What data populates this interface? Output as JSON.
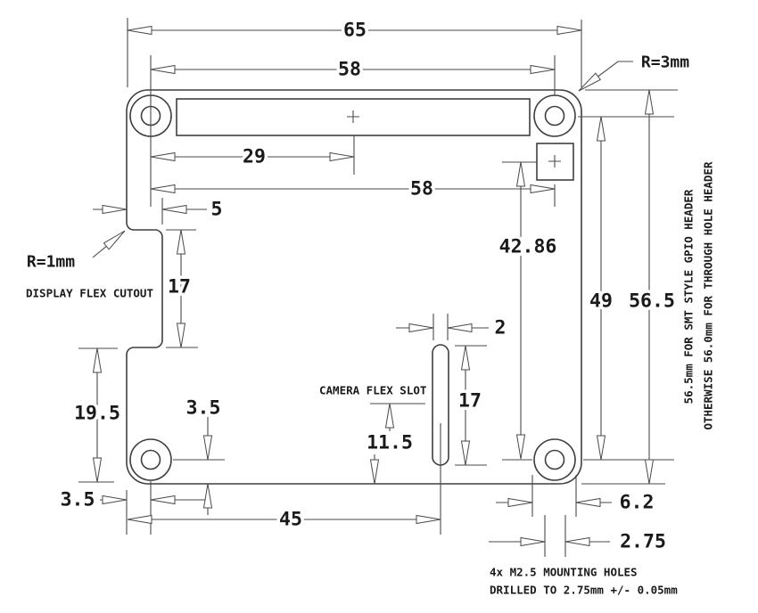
{
  "dims": {
    "board_width": "65",
    "hole_pitch_h": "58",
    "header_center_offset": "29",
    "square_offset": "58",
    "cutout_depth": "5",
    "cutout_height": "17",
    "cutout_to_bottom": "19.5",
    "hole_edge_offset_h": "3.5",
    "hole_edge_offset_v": "3.5",
    "slot_center_from_left": "45",
    "slot_center_to_bottom": "11.5",
    "slot_length": "17",
    "slot_width": "2",
    "square_to_hole_center": "42.86",
    "hole_pitch_v": "49",
    "board_height": "56.5",
    "pad_diameter": "6.2",
    "drill_diameter": "2.75"
  },
  "ann": {
    "corner_radius": "R=3mm",
    "cutout_radius": "R=1mm",
    "display_cutout": "DISPLAY FLEX CUTOUT",
    "camera_slot": "CAMERA FLEX SLOT",
    "holes_note_line1": "4x M2.5 MOUNTING HOLES",
    "holes_note_line2": "DRILLED TO 2.75mm +/- 0.05mm",
    "side_note_line1": "56.5mm FOR SMT STYLE GPIO HEADER",
    "side_note_line2": "OTHERWISE 56.0mm FOR THROUGH HOLE HEADER"
  },
  "colors": {
    "line": "#4a4a4a",
    "part_line": "#3f3f3f",
    "text": "#1a1a1a",
    "background": "#ffffff"
  }
}
